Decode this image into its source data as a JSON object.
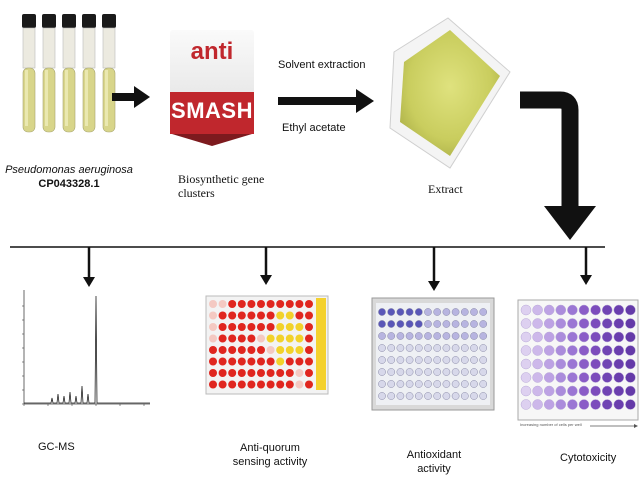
{
  "top": {
    "organism_name": "Pseudomonas aeruginosa",
    "organism_strain": "CP043328.1",
    "tool_logo_line1": "anti",
    "tool_logo_line2": "SMASH",
    "tool_output_label_line1": "Biosynthetic gene",
    "tool_output_label_line2": "clusters",
    "extraction_label": "Solvent extraction",
    "solvent_label": "Ethyl acetate",
    "extract_label": "Extract"
  },
  "bottom": {
    "gcms_label": "GC-MS",
    "quorum_label_line1": "Anti-quorum",
    "quorum_label_line2": "sensing activity",
    "antioxidant_label_line1": "Antioxidant",
    "antioxidant_label_line2": "activity",
    "cytotoxicity_label": "Cytotoxicity",
    "cytotoxicity_axis_note": "Increasing number of cells per well"
  },
  "colors": {
    "antismash_red": "#c0272d",
    "extract_yellow": "#cfd36a",
    "broth_yellow": "#d8d58a",
    "purple": "#8a5cc7",
    "plate_red": "#e0261f",
    "plate_yellow": "#f2d22a"
  }
}
